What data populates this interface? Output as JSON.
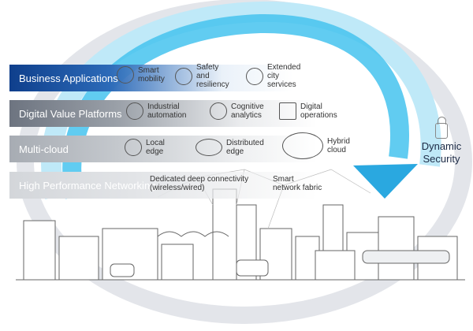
{
  "layers": [
    {
      "label": "Business Applications",
      "items": [
        {
          "icon": "smart-mobility-icon",
          "label": "Smart\nmobility"
        },
        {
          "icon": "camera-icon",
          "label": "Safety\nand\nresiliency"
        },
        {
          "icon": "network-city-icon",
          "label": "Extended\ncity\nservices"
        }
      ]
    },
    {
      "label": "Digital Value Platforms",
      "items": [
        {
          "icon": "gears-icon",
          "label": "Industrial\nautomation"
        },
        {
          "icon": "brain-icon",
          "label": "Cognitive\nanalytics"
        },
        {
          "icon": "monitor-chart-icon",
          "label": "Digital\noperations"
        }
      ]
    },
    {
      "label": "Multi-cloud",
      "items": [
        {
          "icon": "cloud-icon",
          "label": "Local\nedge"
        },
        {
          "icon": "cloud-network-icon",
          "label": "Distributed\nedge"
        },
        {
          "icon": "hybrid-cloud-icon",
          "label": "Hybrid\ncloud"
        }
      ]
    },
    {
      "label": "High Performance Networking",
      "items": [
        {
          "icon": "antenna-icon",
          "label": "Dedicated deep connectivity\n(wireless/wired)"
        },
        {
          "icon": "mesh-icon",
          "label": "Smart\nnetwork fabric"
        }
      ]
    }
  ],
  "security": {
    "label": "Dynamic\nSecurity",
    "icon": "lock-icon"
  },
  "colors": {
    "arrow": "#3fc0ee",
    "ring": "#e3e5ea",
    "primary": "#0f3f8c"
  }
}
